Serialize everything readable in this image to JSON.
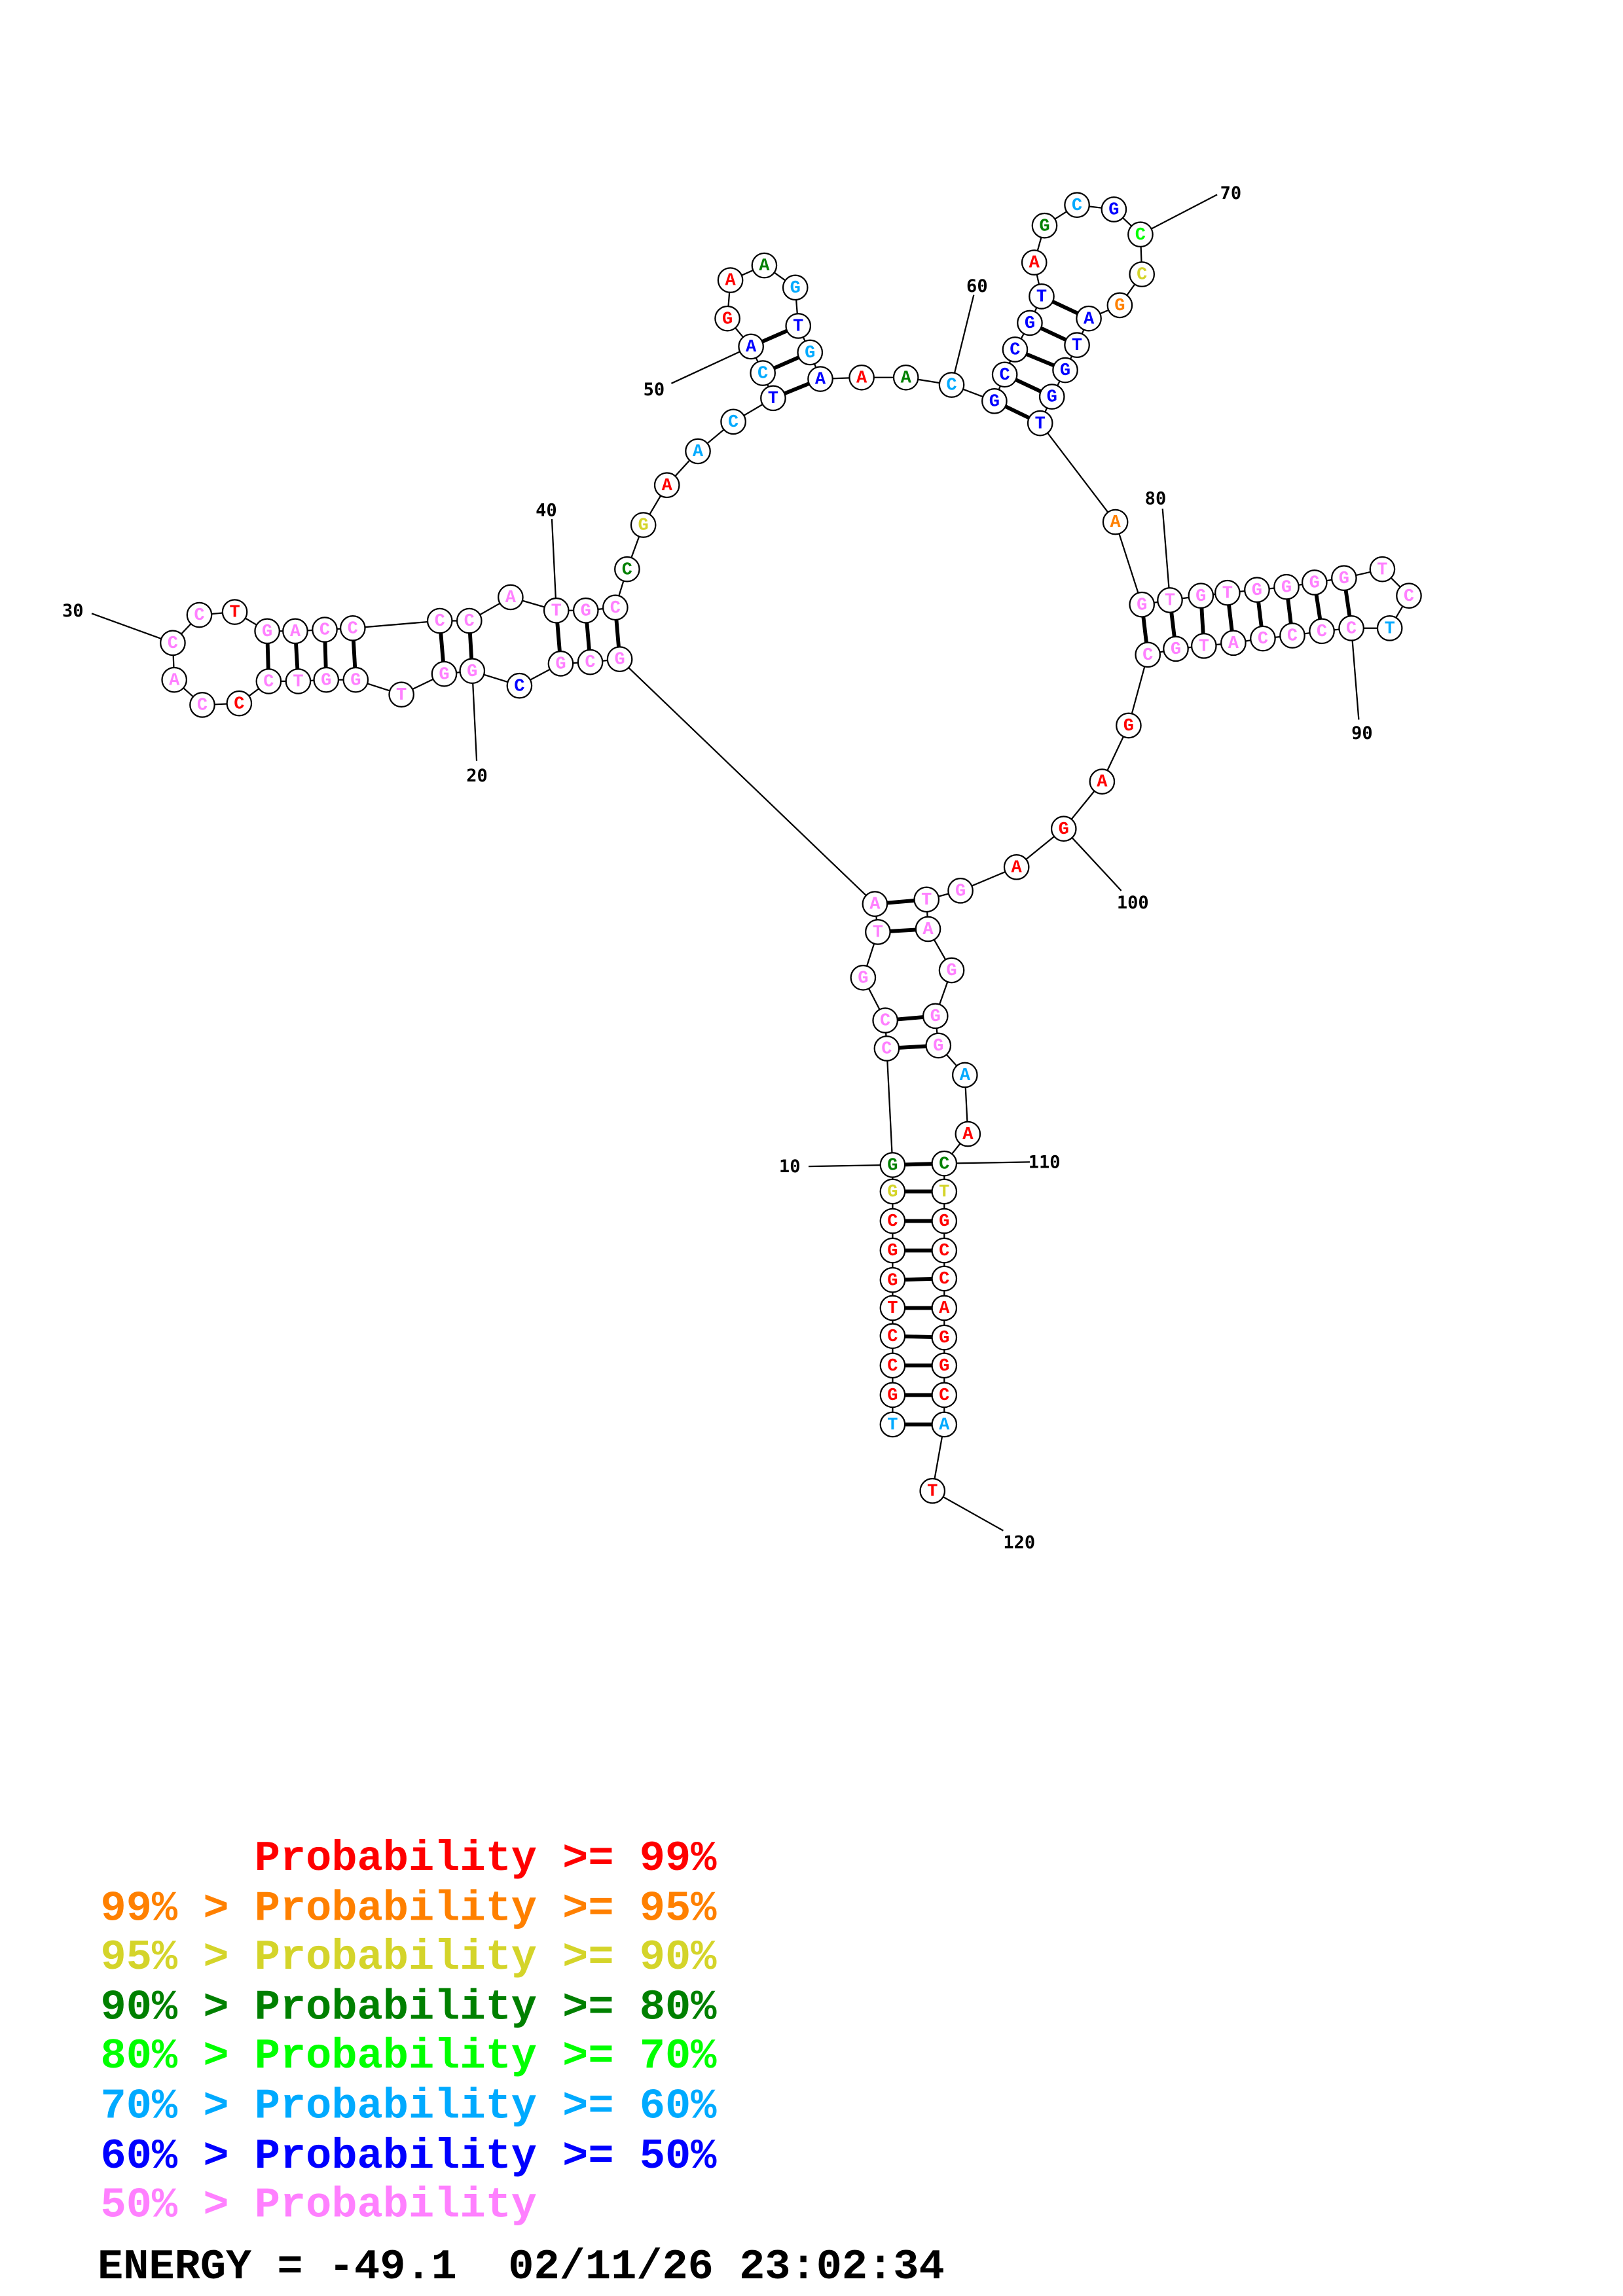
{
  "structure": {
    "sequence": "TGCCTGGCGGCCGTAGCGCGGTGGTCCCACCTGACCCCATGCCGAACTCAGAAGTGAAACGCCGTAGCGCCGATGGTAGTGTGGGGTCTCCCCATGCGAGAGTAGGGAACTGCCAGGCAT",
    "probability_class": [
      5,
      0,
      0,
      0,
      0,
      0,
      0,
      0,
      2,
      3,
      7,
      7,
      7,
      7,
      7,
      7,
      7,
      7,
      6,
      7,
      7,
      7,
      7,
      7,
      7,
      7,
      0,
      7,
      7,
      7,
      7,
      0,
      7,
      7,
      7,
      7,
      7,
      7,
      7,
      7,
      7,
      7,
      3,
      2,
      0,
      5,
      5,
      6,
      5,
      6,
      0,
      0,
      3,
      5,
      6,
      5,
      6,
      0,
      3,
      5,
      6,
      6,
      6,
      6,
      6,
      0,
      3,
      5,
      6,
      4,
      2,
      1,
      6,
      6,
      6,
      6,
      6,
      1,
      7,
      7,
      7,
      7,
      7,
      7,
      7,
      7,
      7,
      7,
      5,
      7,
      7,
      7,
      7,
      7,
      7,
      7,
      7,
      0,
      0,
      0,
      0,
      7,
      7,
      7,
      7,
      7,
      7,
      5,
      0,
      3,
      2,
      0,
      0,
      0,
      0,
      0,
      0,
      0,
      5,
      0
    ],
    "pairs": [
      [
        1,
        119
      ],
      [
        2,
        118
      ],
      [
        3,
        117
      ],
      [
        4,
        116
      ],
      [
        5,
        115
      ],
      [
        6,
        114
      ],
      [
        7,
        113
      ],
      [
        8,
        112
      ],
      [
        9,
        111
      ],
      [
        10,
        110
      ],
      [
        11,
        107
      ],
      [
        12,
        106
      ],
      [
        14,
        104
      ],
      [
        15,
        103
      ],
      [
        16,
        42
      ],
      [
        17,
        41
      ],
      [
        18,
        40
      ],
      [
        20,
        38
      ],
      [
        21,
        37
      ],
      [
        23,
        36
      ],
      [
        24,
        35
      ],
      [
        25,
        34
      ],
      [
        26,
        33
      ],
      [
        48,
        57
      ],
      [
        49,
        56
      ],
      [
        50,
        55
      ],
      [
        61,
        77
      ],
      [
        62,
        76
      ],
      [
        63,
        75
      ],
      [
        64,
        74
      ],
      [
        65,
        73
      ],
      [
        79,
        97
      ],
      [
        80,
        96
      ],
      [
        81,
        95
      ],
      [
        82,
        94
      ],
      [
        83,
        93
      ],
      [
        84,
        92
      ],
      [
        85,
        91
      ],
      [
        86,
        90
      ]
    ],
    "position_labels": [
      "10",
      "20",
      "30",
      "40",
      "50",
      "60",
      "70",
      "80",
      "90",
      "100",
      "110",
      "120"
    ]
  },
  "class_colors": [
    "#ff0000",
    "#ff8000",
    "#d4d42a",
    "#008000",
    "#00ff00",
    "#00aaff",
    "#0000ff",
    "#ff80ff"
  ],
  "legend": [
    "      Probability >= 99%",
    "99% > Probability >= 95%",
    "95% > Probability >= 90%",
    "90% > Probability >= 80%",
    "80% > Probability >= 70%",
    "70% > Probability >= 60%",
    "60% > Probability >= 50%",
    "50% > Probability"
  ],
  "footer": {
    "energy": "ENERGY = -49.1  02/11/26 23:02:34"
  }
}
